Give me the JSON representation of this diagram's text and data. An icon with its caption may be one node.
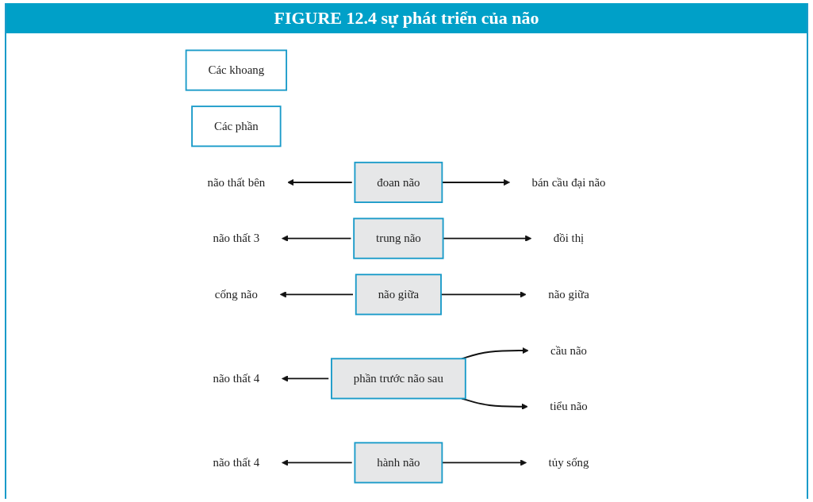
{
  "diagram": {
    "title": "FIGURE 12.4 sự phát triển của não",
    "nodes": [
      {
        "text": [
          "Các khoang"
        ]
      },
      {
        "text": [
          "Các phần"
        ]
      },
      {
        "text": [
          "não thất bên"
        ]
      },
      {
        "text": [
          "đoan não"
        ]
      },
      {
        "text": [
          "bán cầu đại não"
        ]
      },
      {
        "text": [
          "não thất 3"
        ]
      },
      {
        "text": [
          "trung não"
        ]
      },
      {
        "text": [
          "đồi thị"
        ]
      },
      {
        "text": [
          "cống não"
        ]
      },
      {
        "text": [
          "não giữa"
        ]
      },
      {
        "text": [
          "não giữa"
        ]
      },
      {
        "text": [
          "não thất 4"
        ]
      },
      {
        "text": [
          "phần trước não sau"
        ]
      },
      {
        "text": [
          "cầu não"
        ]
      },
      {
        "text": [
          "tiểu não"
        ]
      },
      {
        "text": [
          "não thất 4"
        ]
      },
      {
        "text": [
          "hành não"
        ]
      },
      {
        "text": [
          "tủy sống"
        ]
      }
    ],
    "edges": [
      {
        "from": 3,
        "to": 2,
        "arrow": "to"
      },
      {
        "from": 3,
        "to": 4,
        "arrow": "to"
      },
      {
        "from": 6,
        "to": 5,
        "arrow": "to"
      },
      {
        "from": 6,
        "to": 7,
        "arrow": "to"
      },
      {
        "from": 9,
        "to": 8,
        "arrow": "to"
      },
      {
        "from": 9,
        "to": 10,
        "arrow": "to"
      },
      {
        "from": 12,
        "to": 11,
        "arrow": "to"
      },
      {
        "from": 12,
        "to": 13,
        "arrow": "to"
      },
      {
        "from": 12,
        "to": 14,
        "arrow": "to"
      },
      {
        "from": 16,
        "to": 15,
        "arrow": "to"
      },
      {
        "from": 16,
        "to": 17,
        "arrow": "to"
      }
    ]
  }
}
